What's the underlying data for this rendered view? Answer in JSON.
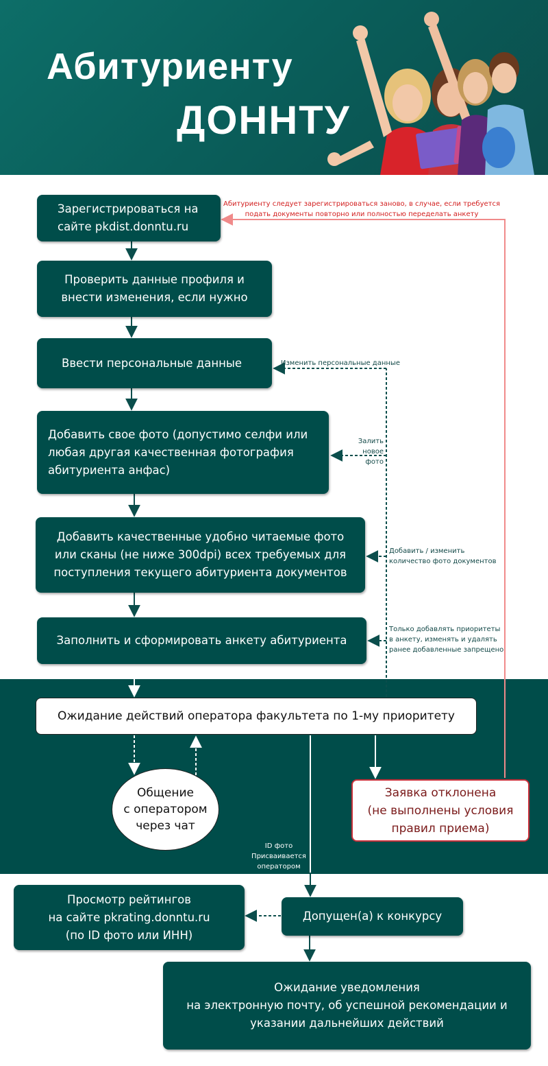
{
  "header": {
    "title_line1": "Абитуриенту",
    "title_line2": "ДОННТУ"
  },
  "steps": {
    "register": "Зарегистрироваться на\nсайте pkdist.donntu.ru",
    "check_profile": "Проверить данные профиля и\nвнести изменения, если нужно",
    "personal_data": "Ввести персональные данные",
    "add_photo": "Добавить свое фото (допустимо селфи или\nлюбая другая качественная фотография\nабитуриента анфас)",
    "add_docs": "Добавить качественные удобно читаемые фото\nили сканы (не ниже 300dpi) всех требуемых для\nпоступления текущего абитуриента документов",
    "fill_form": "Заполнить и сформировать анкету абитуриента",
    "waiting_operator": "Ожидание действий оператора факультета по 1-му приоритету",
    "chat": "Общение\nс оператором\nчерез чат",
    "rejected": "Заявка отклонена\n(не выполнены условия\nправил приема)",
    "admitted": "Допущен(а) к конкурсу",
    "ratings": "Просмотр рейтингов\nна сайте pkrating.donntu.ru\n(по ID фото или ИНН)",
    "notification": "Ожидание уведомления\nна электронную почту, об успешной рекомендации и\nуказании дальнейших действий"
  },
  "notes": {
    "reregister": "Абитуриенту следует зарегистрироваться заново, в случае, если требуется\nподать документы повторно или полностью переделать анкету",
    "change_personal": "Изменить персональные данные",
    "new_photo": "Залить новое\nфото",
    "change_docs": "Добавить / изменить\nколичество фото документов",
    "priorities": "Только добавлять приоритеты\nв анкету, изменять и удалять\nранее добавленные запрещено",
    "id_photo": "ID фото\nПрисваивается\nоператором"
  },
  "colors": {
    "primary": "#004d4a",
    "reject_border": "#c8303a",
    "reregister_line": "#f08a8a",
    "note_red": "#d21e1e"
  }
}
